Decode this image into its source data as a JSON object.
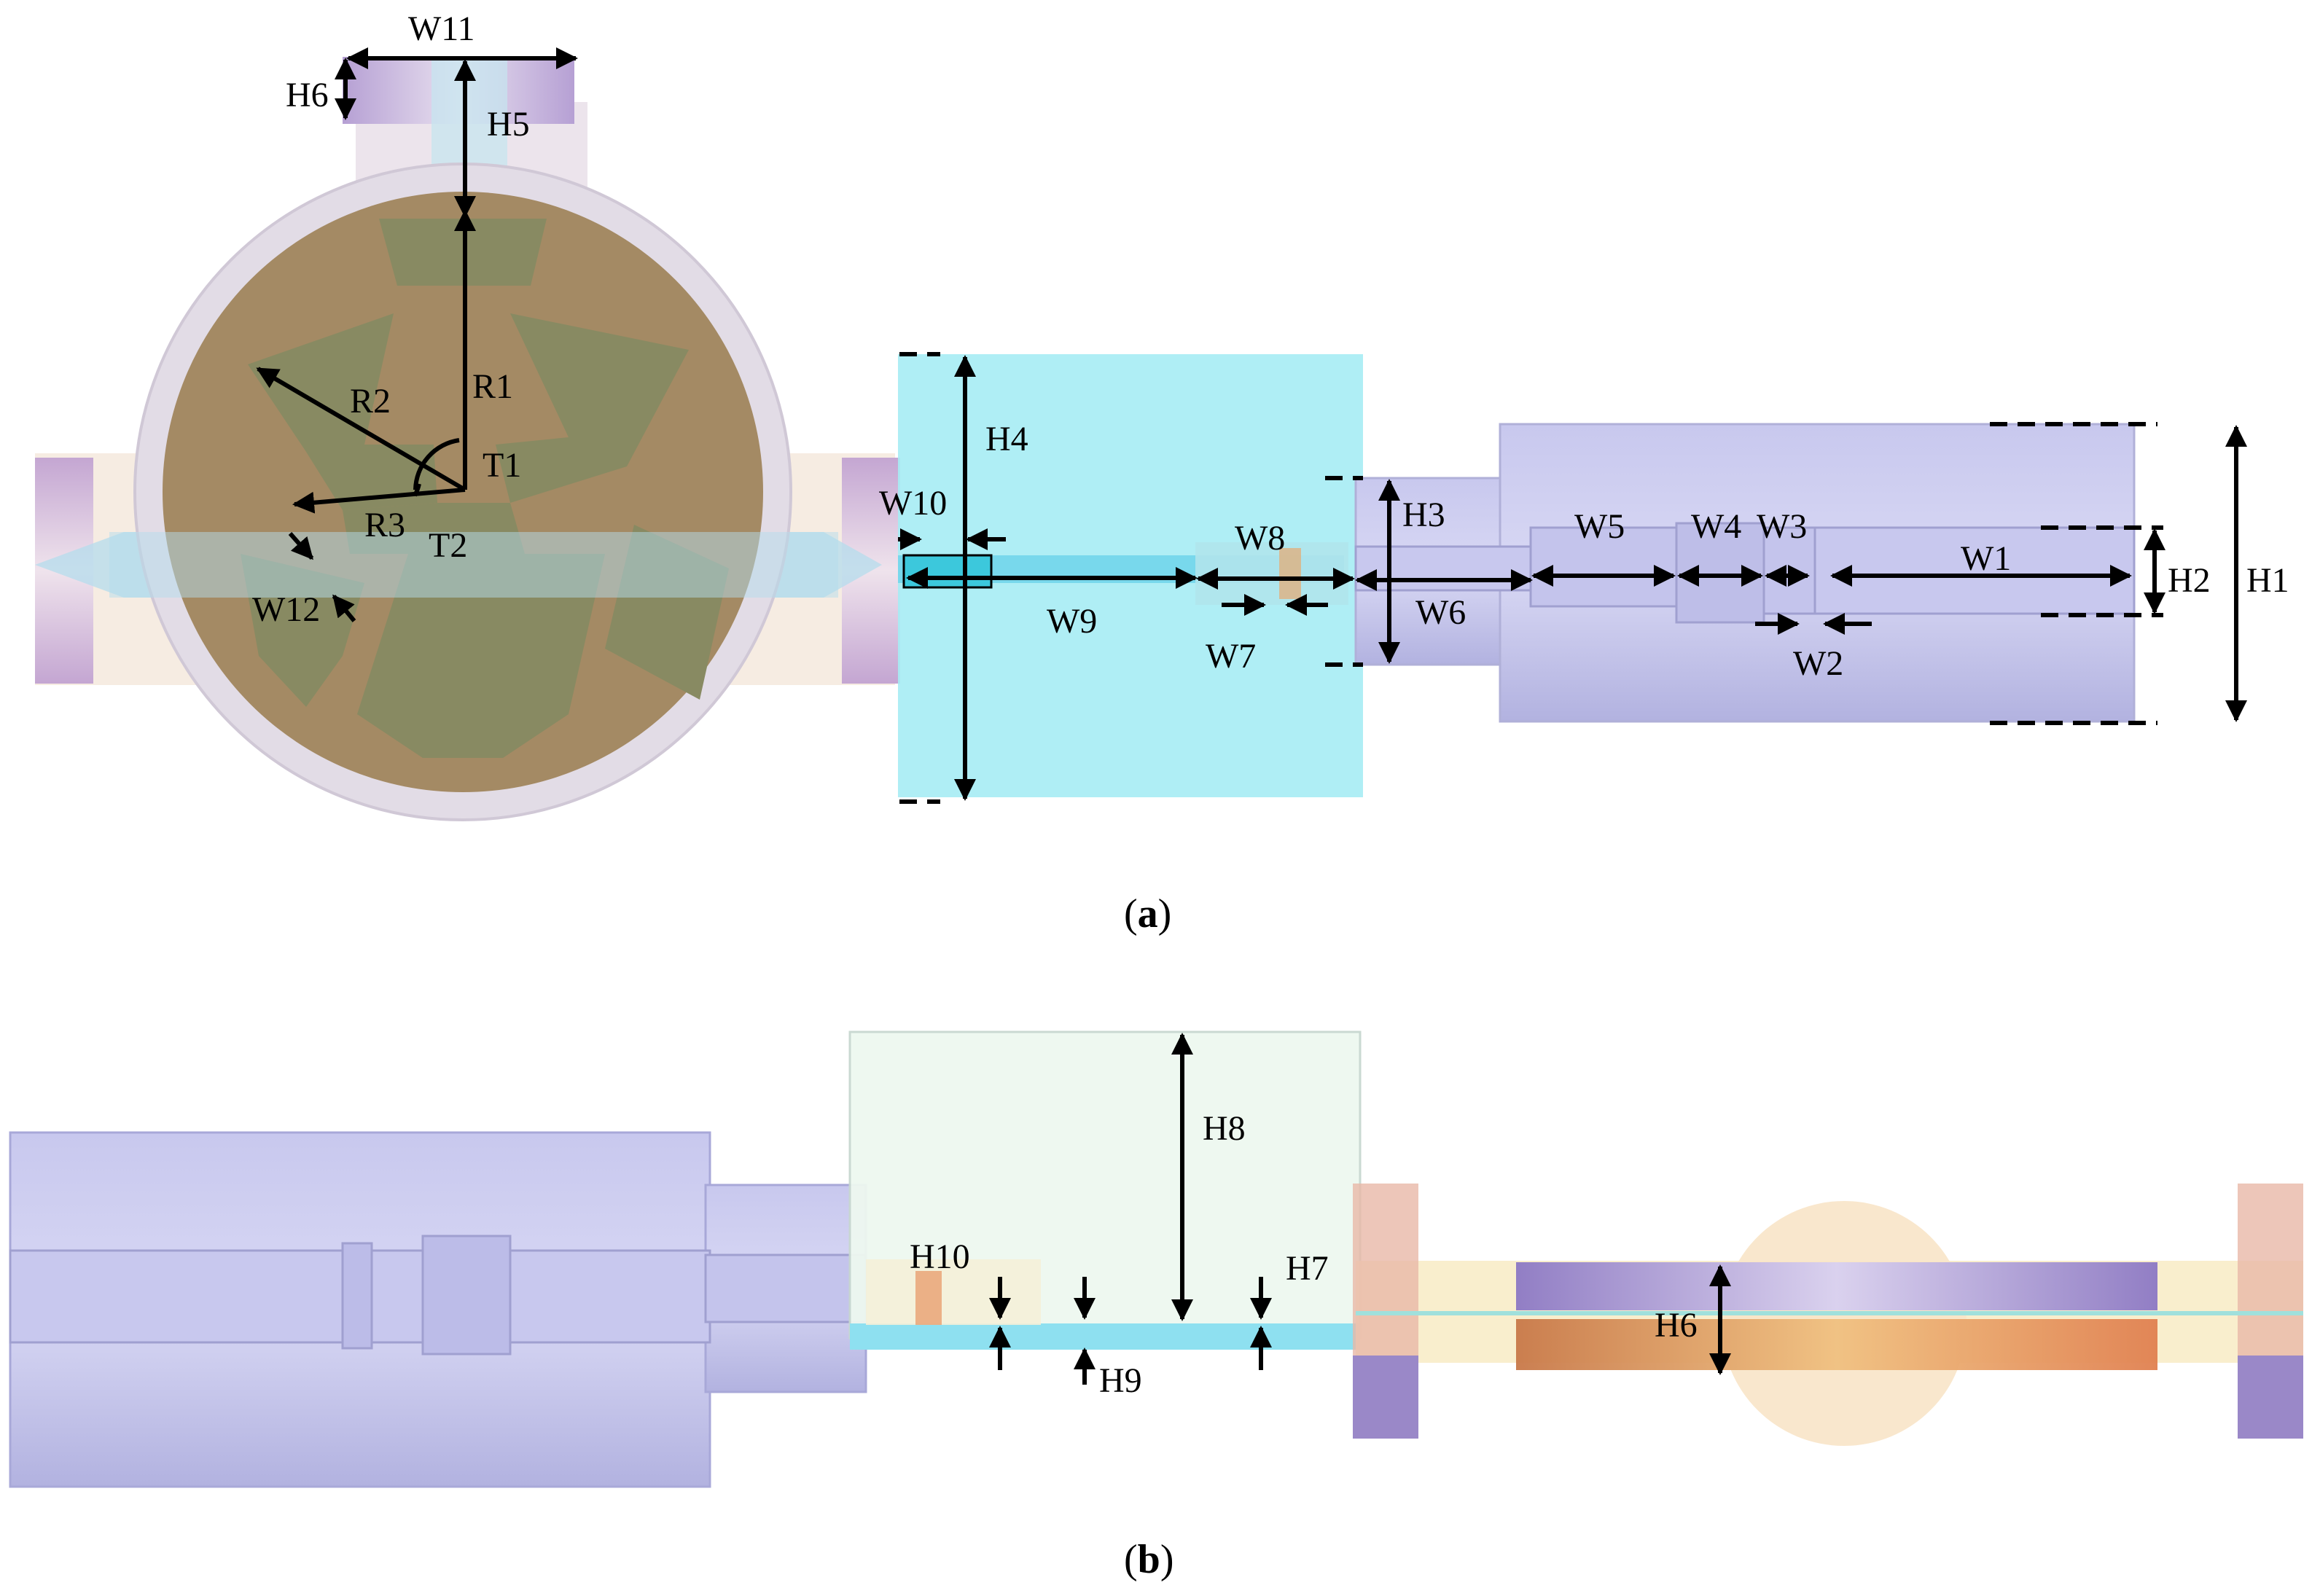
{
  "panel_a": {
    "caption": {
      "open": "(",
      "letter": "a",
      "close": ")"
    },
    "labels": {
      "W11": "W11",
      "H6": "H6",
      "H5": "H5",
      "R1": "R1",
      "R2": "R2",
      "T1": "T1",
      "R3": "R3",
      "T2": "T2",
      "W12": "W12",
      "H4": "H4",
      "W10": "W10",
      "W9": "W9",
      "W8": "W8",
      "W7": "W7",
      "H3": "H3",
      "W6": "W6",
      "W5": "W5",
      "W4": "W4",
      "W3": "W3",
      "W2": "W2",
      "W1": "W1",
      "H2": "H2",
      "H1": "H1"
    }
  },
  "panel_b": {
    "caption": {
      "open": "(",
      "letter": "b",
      "close": ")"
    },
    "labels": {
      "H8": "H8",
      "H10": "H10",
      "H7": "H7",
      "H9": "H9",
      "H6": "H6"
    }
  },
  "colors": {
    "lavender": "#b9b9e6",
    "cyan": "#a6ecf4",
    "patch": "#8a8a60",
    "ring": "#e4dde6",
    "cream": "#f8ecd8",
    "orange": "#e8a070"
  }
}
